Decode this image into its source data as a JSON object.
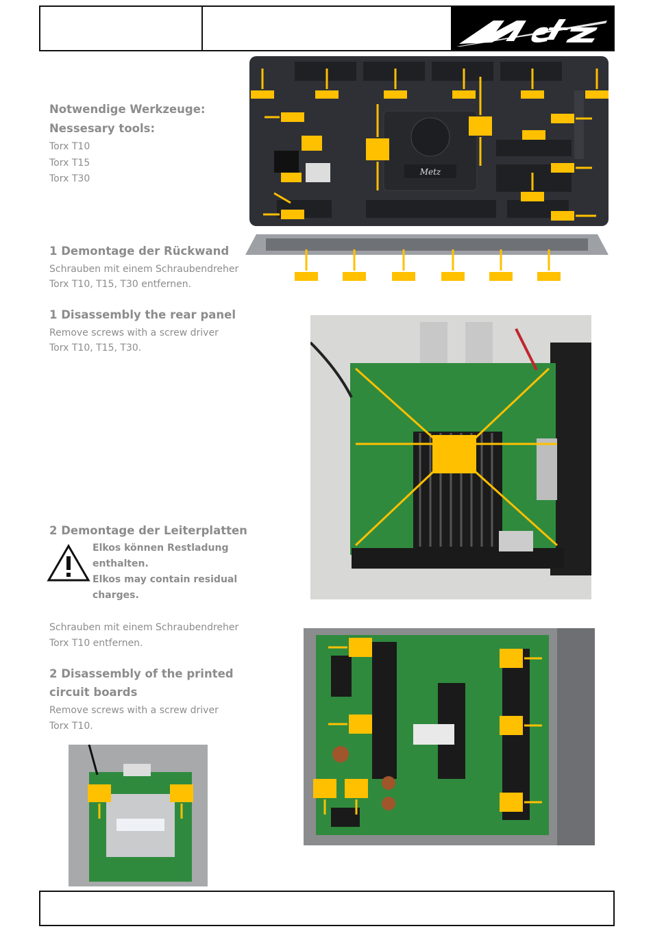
{
  "logo": {
    "text": "Metz"
  },
  "tools": {
    "heading_de": "Notwendige Werkzeuge:",
    "heading_en": "Nessesary tools:",
    "items": [
      "Torx T10",
      "Torx T15",
      "Torx T30"
    ]
  },
  "step1": {
    "heading_de": "1 Demontage der Rückwand",
    "text_de_1": "Schrauben mit einem Schraubendreher",
    "text_de_2": "Torx T10, T15, T30 entfernen.",
    "heading_en": "1 Disassembly the rear panel",
    "text_en_1": "Remove screws with a screw driver",
    "text_en_2": "Torx T10, T15, T30."
  },
  "step2": {
    "heading_de": "2 Demontage der Leiterplatten",
    "warn_1": "Elkos können Restladung",
    "warn_2": "enthalten.",
    "warn_3": "Elkos may contain residual",
    "warn_4": "charges.",
    "text_de_1": "Schrauben mit einem Schraubendreher",
    "text_de_2": "Torx T10 entfernen.",
    "heading_en_1": "2 Disassembly of the printed",
    "heading_en_2": "circuit boards",
    "text_en_1": "Remove screws with a screw driver",
    "text_en_2": "Torx T10."
  },
  "colors": {
    "marker": "#ffc000",
    "text": "#8c8c8c",
    "tv_back": "#2e3036",
    "pcb": "#2f8a3e"
  }
}
